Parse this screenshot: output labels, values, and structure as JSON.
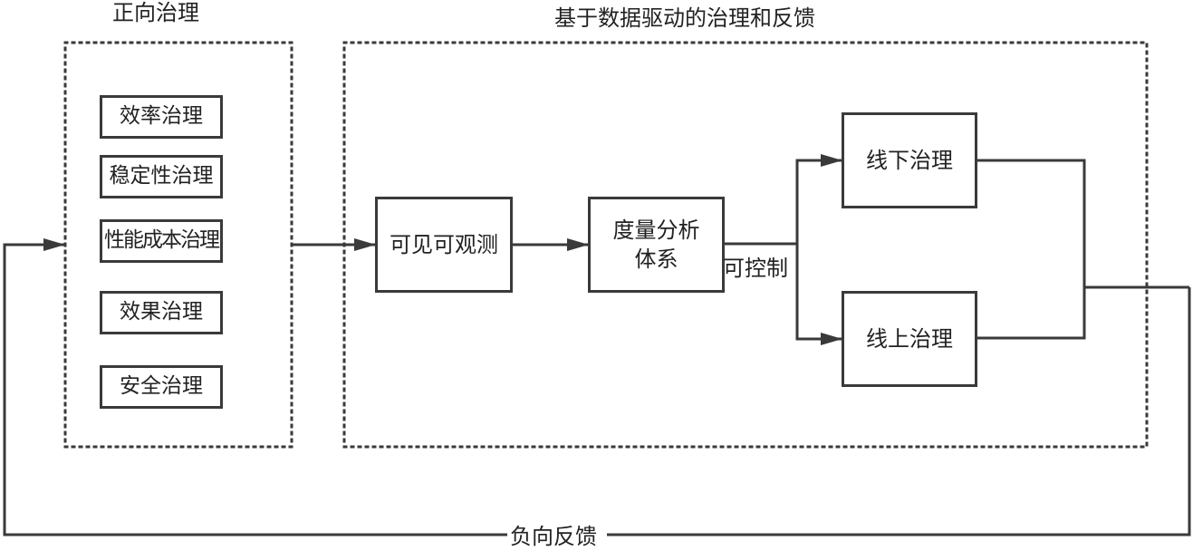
{
  "groups": {
    "forward": {
      "title": "正向治理",
      "items": [
        "效率治理",
        "稳定性治理",
        "性能成本治理",
        "效果治理",
        "安全治理"
      ]
    },
    "data_driven": {
      "title": "基于数据驱动的治理和反馈",
      "nodes": {
        "observability": "可见可观测",
        "metrics_line1": "度量分析",
        "metrics_line2": "体系",
        "offline": "线下治理",
        "online": "线上治理"
      },
      "edge_label_controllable": "可控制"
    }
  },
  "feedback_label": "负向反馈",
  "colors": {
    "line": "#3a3a3a",
    "text": "#222222",
    "background": "#ffffff"
  }
}
